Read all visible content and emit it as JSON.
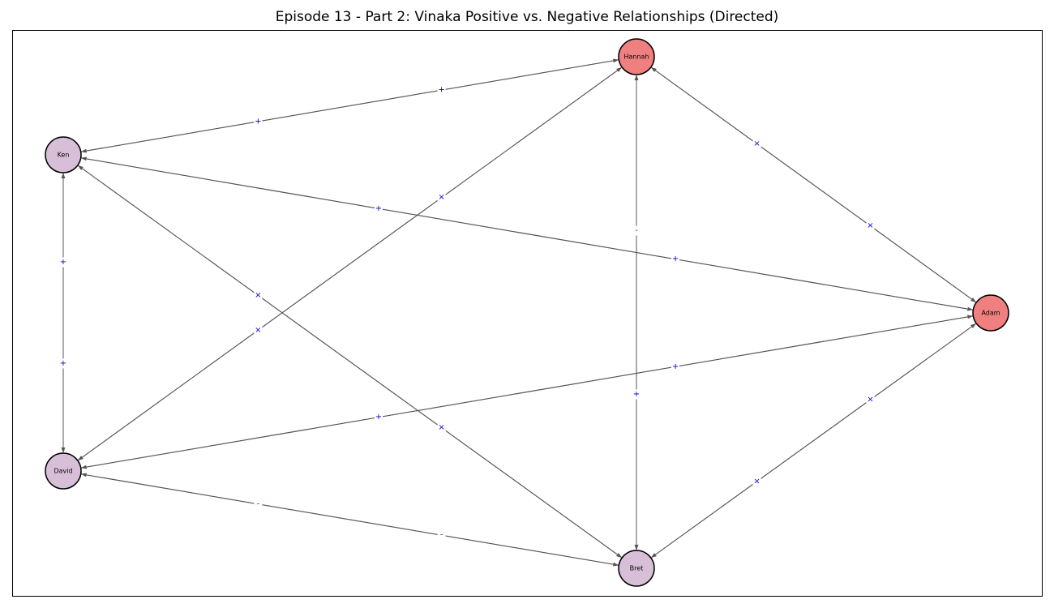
{
  "title": "Episode 13 - Part 2: Vinaka Positive vs. Negative Relationships (Directed)",
  "colors": {
    "red_node": "#f08080",
    "purple_node": "#d8bfd8",
    "positive_label": "#0000cc",
    "negative_label": "#cc0000",
    "edge": "#555555"
  },
  "nodes": [
    {
      "id": "Hannah",
      "label": "Hannah",
      "group": "red"
    },
    {
      "id": "Ken",
      "label": "Ken",
      "group": "purple"
    },
    {
      "id": "Adam",
      "label": "Adam",
      "group": "red"
    },
    {
      "id": "David",
      "label": "David",
      "group": "purple"
    },
    {
      "id": "Bret",
      "label": "Bret",
      "group": "purple"
    }
  ],
  "edges": [
    {
      "source": "Ken",
      "target": "Hannah",
      "label": "+",
      "sign": "positive"
    },
    {
      "source": "Hannah",
      "target": "Ken",
      "label": "+",
      "sign": "positive"
    },
    {
      "source": "Hannah",
      "target": "Adam",
      "label": "×",
      "sign": "positive"
    },
    {
      "source": "Adam",
      "target": "Hannah",
      "label": "×",
      "sign": "positive"
    },
    {
      "source": "Hannah",
      "target": "David",
      "label": "×",
      "sign": "positive"
    },
    {
      "source": "David",
      "target": "Hannah",
      "label": "×",
      "sign": "positive"
    },
    {
      "source": "Bret",
      "target": "Hannah",
      "label": "+",
      "sign": "positive"
    },
    {
      "source": "Hannah",
      "target": "Bret",
      "label": "-",
      "sign": "negative"
    },
    {
      "source": "Adam",
      "target": "Ken",
      "label": "+",
      "sign": "positive"
    },
    {
      "source": "Ken",
      "target": "Adam",
      "label": "+",
      "sign": "positive"
    },
    {
      "source": "Ken",
      "target": "David",
      "label": "+",
      "sign": "positive"
    },
    {
      "source": "David",
      "target": "Ken",
      "label": "+",
      "sign": "positive"
    },
    {
      "source": "Ken",
      "target": "Bret",
      "label": "×",
      "sign": "positive"
    },
    {
      "source": "Bret",
      "target": "Ken",
      "label": "×",
      "sign": "positive"
    },
    {
      "source": "Adam",
      "target": "David",
      "label": "+",
      "sign": "positive"
    },
    {
      "source": "David",
      "target": "Adam",
      "label": "+",
      "sign": "positive"
    },
    {
      "source": "Adam",
      "target": "Bret",
      "label": "×",
      "sign": "positive"
    },
    {
      "source": "Bret",
      "target": "Adam",
      "label": "×",
      "sign": "positive"
    },
    {
      "source": "Bret",
      "target": "David",
      "label": "-",
      "sign": "negative"
    },
    {
      "source": "David",
      "target": "Bret",
      "label": "-",
      "sign": "negative"
    }
  ]
}
